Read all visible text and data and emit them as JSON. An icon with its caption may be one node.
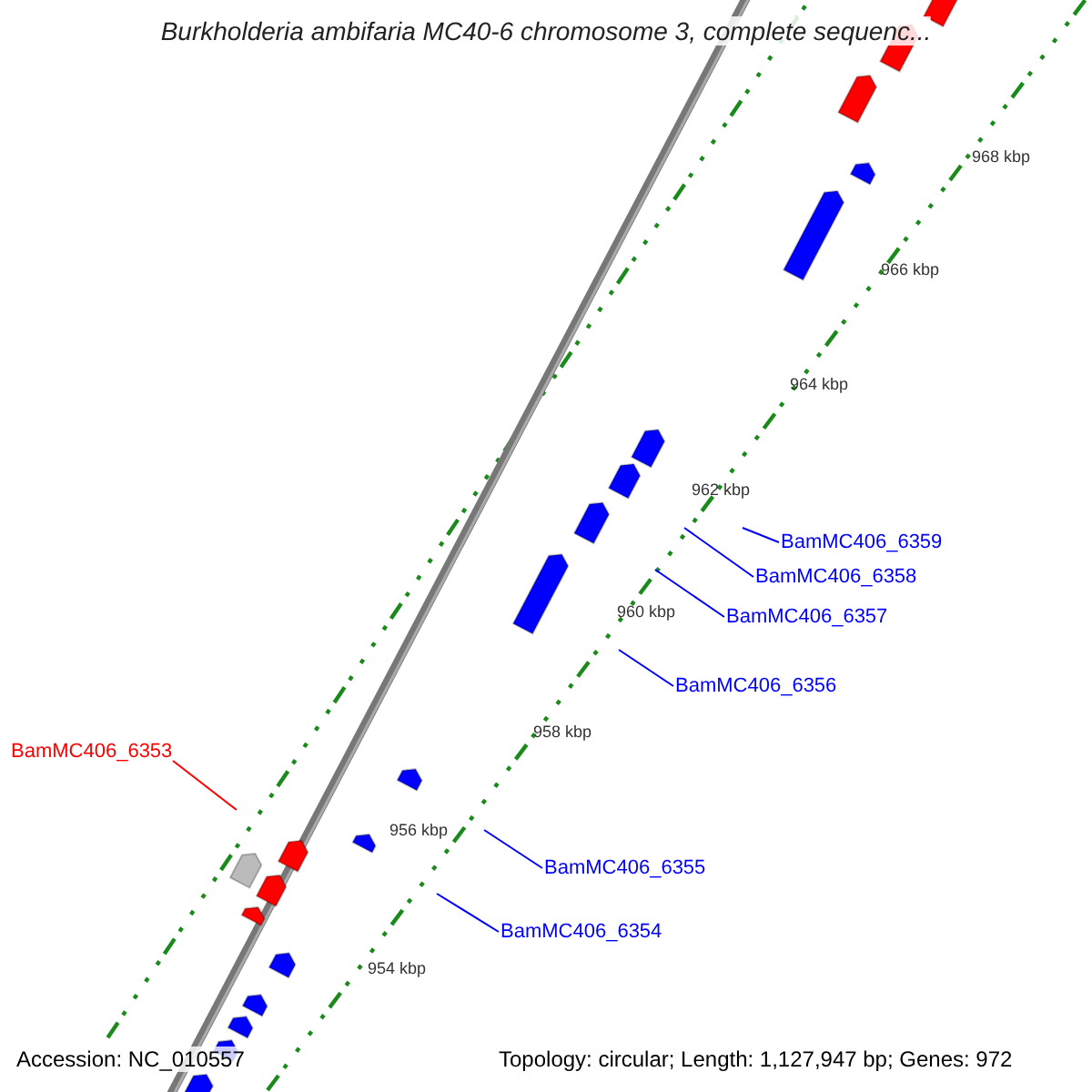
{
  "diagram": {
    "title": "Burkholderia ambifaria MC40-6 chromosome 3, complete sequenc...",
    "nodes": [
      {
        "text": [
          "BamMC406_6353"
        ]
      },
      {
        "text": [
          "BamMC406_6359"
        ]
      },
      {
        "text": [
          "BamMC406_6358"
        ]
      },
      {
        "text": [
          "BamMC406_6357"
        ]
      },
      {
        "text": [
          "BamMC406_6356"
        ]
      },
      {
        "text": [
          "BamMC406_6355"
        ]
      },
      {
        "text": [
          "BamMC406_6354"
        ]
      }
    ],
    "edges": [
      {
        "from": 0,
        "to": null,
        "arrow": "none",
        "color": "#ff0000"
      },
      {
        "from": 1,
        "to": null,
        "arrow": "none"
      },
      {
        "from": 2,
        "to": null,
        "arrow": "none"
      },
      {
        "from": 3,
        "to": null,
        "arrow": "none"
      },
      {
        "from": 4,
        "to": null,
        "arrow": "none"
      },
      {
        "from": 5,
        "to": null,
        "arrow": "none"
      },
      {
        "from": 6,
        "to": null,
        "arrow": "none"
      }
    ],
    "labels": [
      "968 kbp",
      "966 kbp",
      "964 kbp",
      "962 kbp",
      "960 kbp",
      "958 kbp",
      "956 kbp",
      "954 kbp",
      "Accession: NC_010557",
      "Topology: circular; Length: 1,127,947 bp; Genes: 972"
    ]
  }
}
